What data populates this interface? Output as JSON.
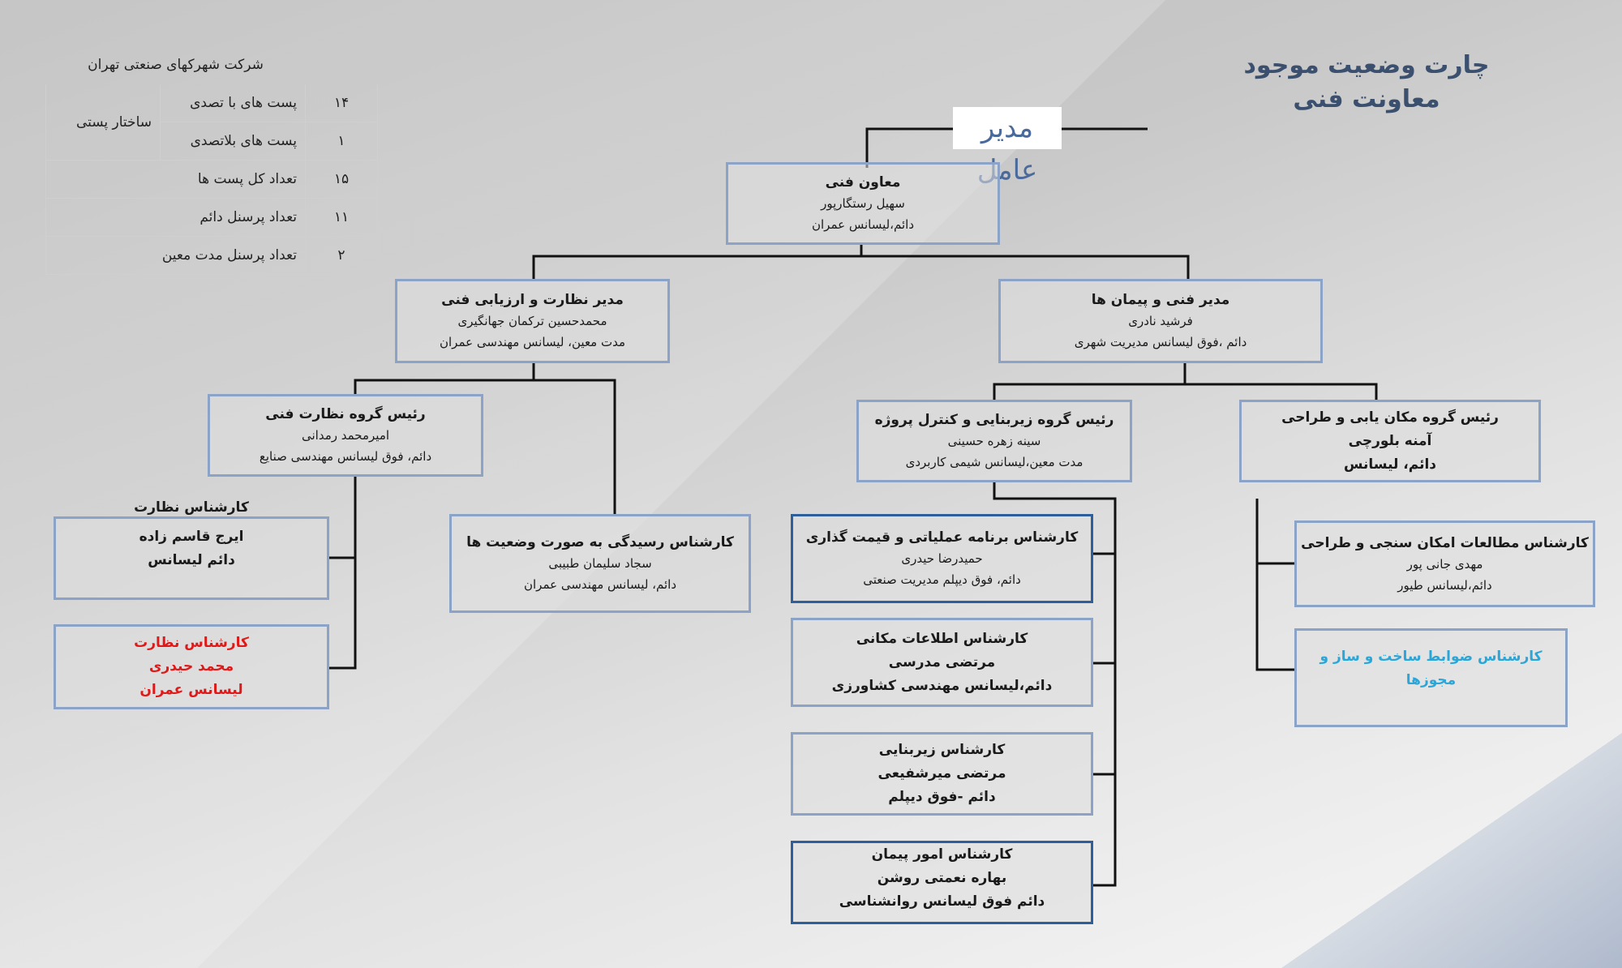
{
  "title": {
    "line1": "چارت وضعیت موجود",
    "line2": "معاونت فنی"
  },
  "ceo": {
    "label": "مدیر عامل"
  },
  "company_table": {
    "company": "شرکت شهرکهای صنعتی تهران",
    "structure_label": "ساختار پستی",
    "rows": [
      {
        "label": "پست های با تصدی",
        "value": "۱۴"
      },
      {
        "label": "پست های بلاتصدی",
        "value": "۱"
      },
      {
        "label": "تعداد کل پست ها",
        "value": "۱۵"
      },
      {
        "label": "تعداد پرسنل دائم",
        "value": "۱۱"
      },
      {
        "label": "تعداد پرسنل مدت معین",
        "value": "۲"
      }
    ]
  },
  "nodes": {
    "deputy": {
      "title": "معاون فنی",
      "name": "سهیل رستگارپور",
      "info": "دائم،لیسانس عمران"
    },
    "contracts_mgr": {
      "title": "مدیر فنی و پیمان ها",
      "name": "فرشید نادری",
      "info": "دائم ،فوق لیسانس مدیریت شهری"
    },
    "supervision_mgr": {
      "title": "مدیر نظارت و ارزیابی فنی",
      "name": "محمدحسین ترکمان جهانگیری",
      "info": "مدت معین، لیسانس مهندسی عمران"
    },
    "infra_head": {
      "title": "رئیس گروه زیربنایی و کنترل پروژه",
      "name": "سینه زهره حسینی",
      "info": "مدت معین،لیسانس شیمی کاربردی"
    },
    "location_head": {
      "title": "رئیس گروه مکان یابی و طراحی",
      "name": "آمنه بلورچی",
      "info": "دائم، لیسانس"
    },
    "tech_sup_head": {
      "title": "رئیس گروه نظارت فنی",
      "name": "امیرمحمد رمدانی",
      "info": "دائم، فوق لیسانس مهندسی صنایع"
    },
    "status_expert": {
      "title": "کارشناس رسیدگی به صورت وضعیت ها",
      "name": "سجاد سلیمان طبیبی",
      "info": "دائم، لیسانس مهندسی عمران"
    },
    "sup_expert_1": {
      "title": "کارشناس نظارت",
      "name": "ایرج قاسم زاده",
      "info": "دائم لیسانس"
    },
    "sup_expert_2": {
      "title": "کارشناس نظارت",
      "name": "محمد حیدری",
      "info": "لیسانس عمران"
    },
    "ops_expert": {
      "title": "کارشناس برنامه عملیاتی و قیمت گذاری",
      "name": "حمیدرضا حیدری",
      "info": "دائم، فوق دیپلم مدیریت صنعتی"
    },
    "gis_expert": {
      "title": "کارشناس اطلاعات مکانی",
      "name": "مرتضی مدرسی",
      "info": "دائم،لیسانس مهندسی کشاورزی"
    },
    "infra_expert": {
      "title": "کارشناس زیربنایی",
      "name": "مرتضی میرشفیعی",
      "info": "دائم -فوق دیپلم"
    },
    "contract_expert": {
      "title": "کارشناس امور پیمان",
      "name": "بهاره نعمتی روشن",
      "info": "دائم فوق لیسانس روانشناسی"
    },
    "feasibility_expert": {
      "title": "کارشناس مطالعات امکان سنجی و طراحی",
      "name": "مهدی جانی پور",
      "info": "دائم،لیسانس طیور"
    },
    "permits_expert": {
      "title": "کارشناس ضوابط ساخت و ساز و مجوزها"
    }
  },
  "colors": {
    "box_border": "#8aa3c6",
    "box_border_dark": "#2d5f9c",
    "title": "#3b4f6e",
    "vacant": "#e01818",
    "unfilled": "#2aa6d8"
  }
}
